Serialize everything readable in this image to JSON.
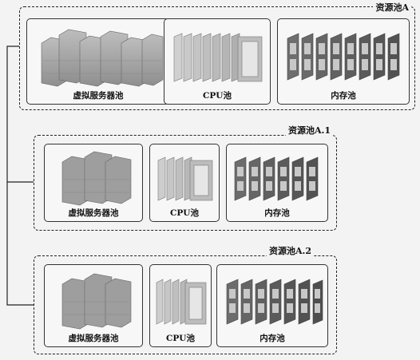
{
  "pools": [
    {
      "title": "资源池A",
      "modules": [
        {
          "label": "虚拟服务器池",
          "icon": "server-icon"
        },
        {
          "label": "CPU池",
          "icon": "cpu-icon"
        },
        {
          "label": "内存池",
          "icon": "memory-icon"
        }
      ]
    },
    {
      "title": "资源池A.1",
      "modules": [
        {
          "label": "虚拟服务器池",
          "icon": "server-icon"
        },
        {
          "label": "CPU池",
          "icon": "cpu-icon"
        },
        {
          "label": "内存池",
          "icon": "memory-icon"
        }
      ]
    },
    {
      "title": "资源池A.2",
      "modules": [
        {
          "label": "虚拟服务器池",
          "icon": "server-icon"
        },
        {
          "label": "CPU池",
          "icon": "cpu-icon"
        },
        {
          "label": "内存池",
          "icon": "memory-icon"
        }
      ]
    }
  ]
}
